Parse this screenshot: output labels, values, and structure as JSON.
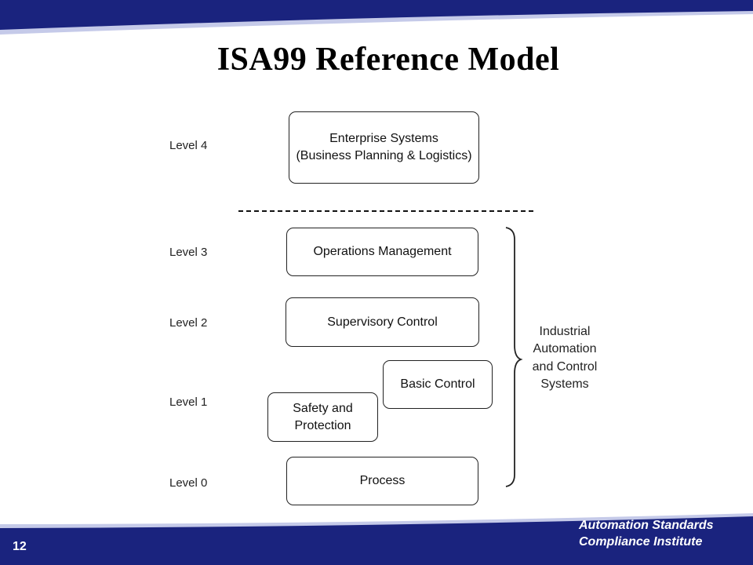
{
  "title": "ISA99 Reference Model",
  "levels": [
    "Level 4",
    "Level 3",
    "Level 2",
    "Level 1",
    "Level 0"
  ],
  "boxes": {
    "enterprise": "Enterprise Systems\n(Business Planning & Logistics)",
    "operations": "Operations Management",
    "supervisory": "Supervisory Control",
    "basic": "Basic Control",
    "safety": "Safety and\nProtection",
    "process": "Process"
  },
  "bracket_label": "Industrial\nAutomation\nand Control\nSystems",
  "footer": {
    "org": "Automation Standards\nCompliance Institute",
    "page_number": "12"
  },
  "colors": {
    "banner": "#1a237e",
    "banner_edge": "#c5cae9"
  }
}
